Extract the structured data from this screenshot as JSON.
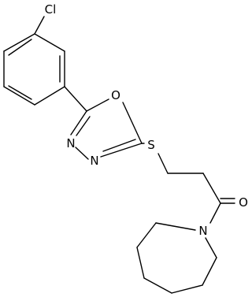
{
  "molecule": {
    "atoms": {
      "chlorine": "Cl",
      "ring_oxygen": "O",
      "nitrogen_a": "N",
      "nitrogen_b": "N",
      "sulfur": "S",
      "carbonyl_oxygen": "O",
      "amide_nitrogen": "N"
    },
    "colors": {
      "bond": "#000000",
      "label": "#000000",
      "background": "#ffffff"
    }
  }
}
